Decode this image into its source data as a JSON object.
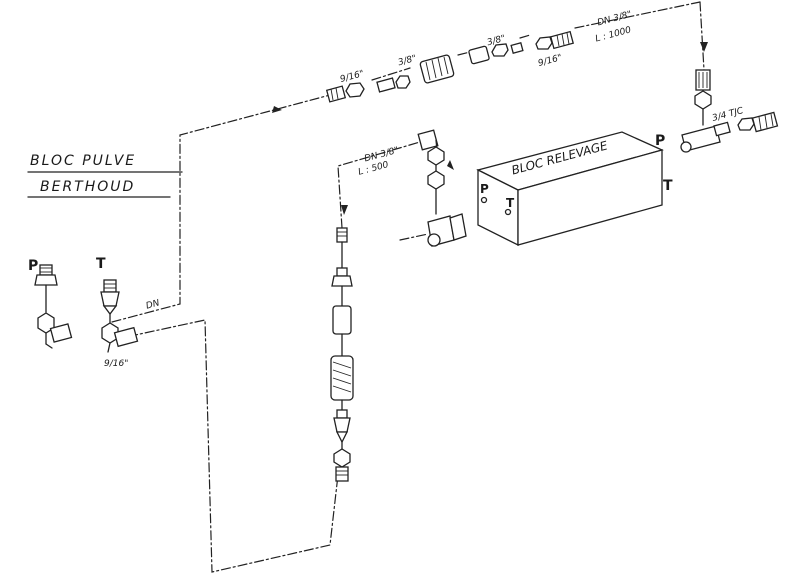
{
  "title_line1": "BLOC PULVE",
  "title_line2": "BERTHOUD",
  "bloc_relevage": "BLOC RELEVAGE",
  "ports": {
    "p_left": "P",
    "t_left": "T",
    "p_block": "P",
    "t_block": "T",
    "p_right": "P",
    "t_right": "T"
  },
  "labels": {
    "size_9_16_left": "9/16\"",
    "dn_left": "DN",
    "size_9_16_top": "9/16\"",
    "size_3_8_a": "3/8\"",
    "size_3_8_b": "3/8\"",
    "size_9_16_right": "9/16\"",
    "dn_3_8_top": "DN 3/8\"",
    "length_top": "L : 1000",
    "dn_3_8_mid": "DN 3/8\"",
    "length_mid": "L : 500",
    "size_3_4_tjc": "3/4 TJC"
  },
  "colors": {
    "ink": "#1a1a1a",
    "paper": "#ffffff"
  }
}
